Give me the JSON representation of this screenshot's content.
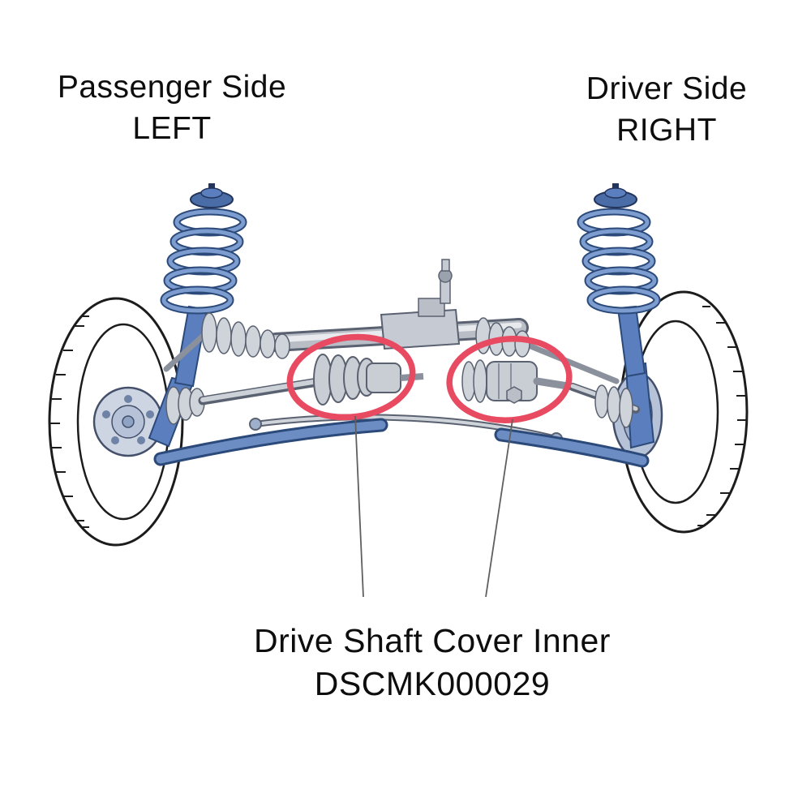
{
  "annotations": {
    "left_side": {
      "line1": "Passenger Side",
      "line2": "LEFT"
    },
    "right_side": {
      "line1": "Driver Side",
      "line2": "RIGHT"
    },
    "part": {
      "name": "Drive Shaft Cover Inner",
      "number": "DSCMK000029"
    }
  },
  "diagram": {
    "subject": "front suspension and steering assembly",
    "highlighted_parts": [
      "inner drive shaft boot (left)",
      "inner drive shaft joint (right)"
    ]
  },
  "colors": {
    "highlight_red": "#e84a61",
    "illustration_blue": "#6c8cc4",
    "illustration_blue_dark": "#2b4a7a",
    "illustration_gray": "#c9cdd4",
    "outline_gray": "#5a6170",
    "text": "#0d0d0d",
    "background": "#ffffff"
  }
}
